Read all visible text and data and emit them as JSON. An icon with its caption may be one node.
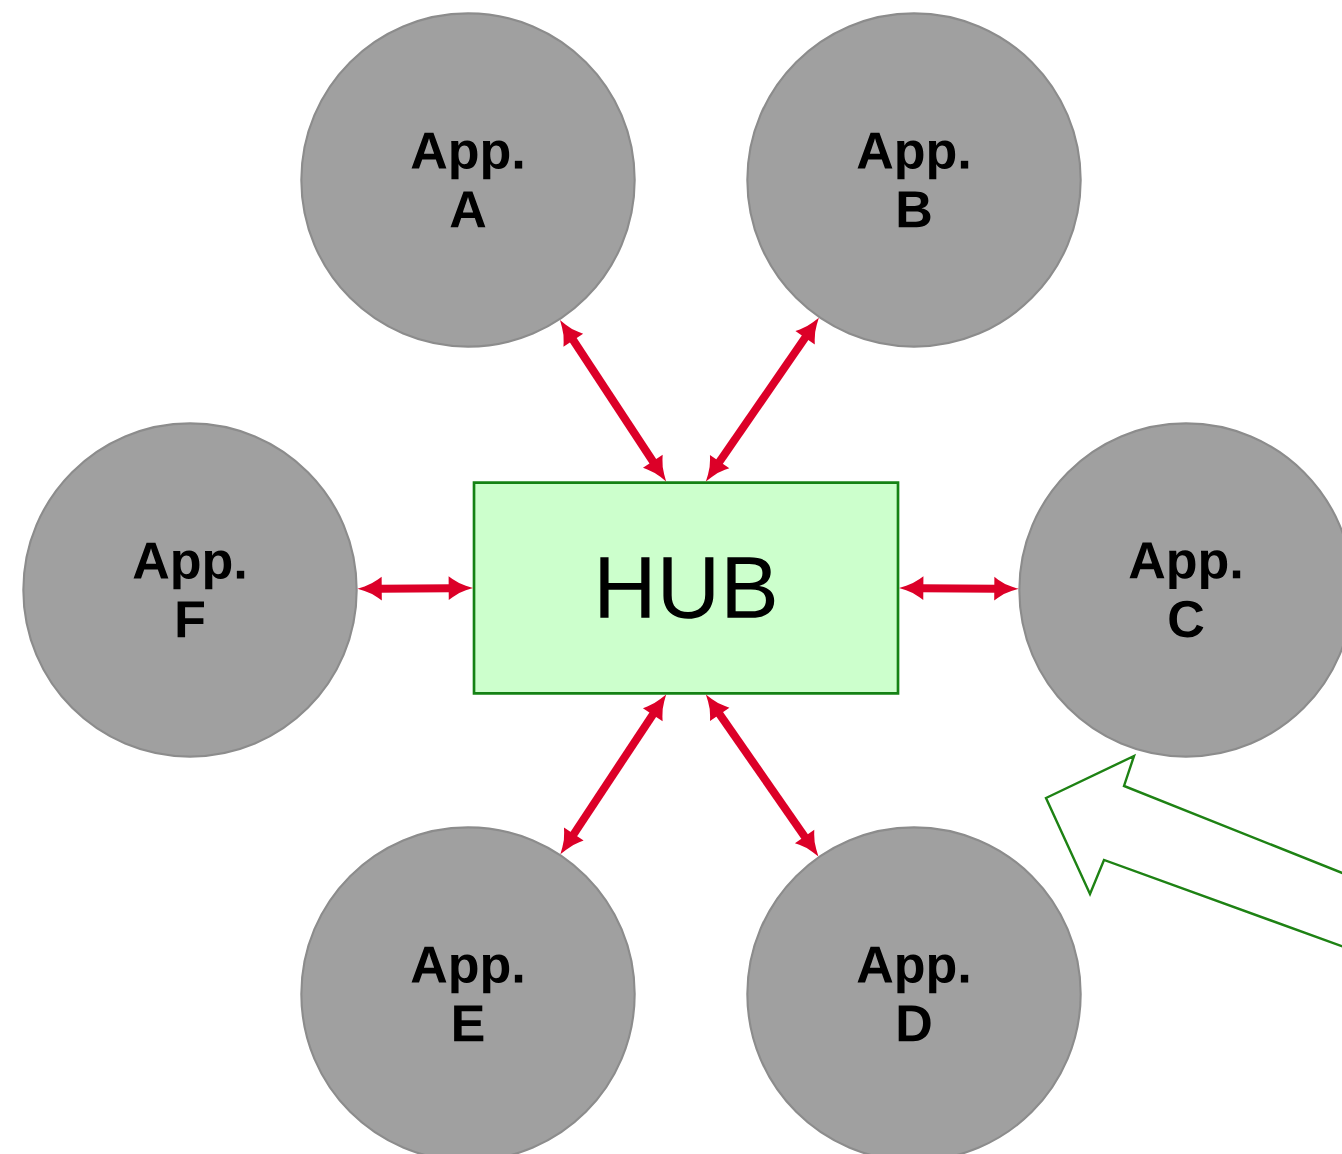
{
  "diagram": {
    "nodes": [
      {
        "text": [
          "App. A"
        ]
      },
      {
        "text": [
          "App. B"
        ]
      },
      {
        "text": [
          "App. F"
        ]
      },
      {
        "text": [
          "HUB"
        ]
      },
      {
        "text": [
          "App. C"
        ]
      },
      {
        "text": [
          "App. E"
        ]
      },
      {
        "text": [
          "App. D"
        ]
      }
    ],
    "edges": [
      {
        "from": 3,
        "to": 0,
        "arrow": "both"
      },
      {
        "from": 3,
        "to": 1,
        "arrow": "both"
      },
      {
        "from": 3,
        "to": 2,
        "arrow": "both"
      },
      {
        "from": 3,
        "to": 4,
        "arrow": "both"
      },
      {
        "from": 3,
        "to": 5,
        "arrow": "both"
      },
      {
        "from": 3,
        "to": 6,
        "arrow": "both"
      }
    ]
  }
}
